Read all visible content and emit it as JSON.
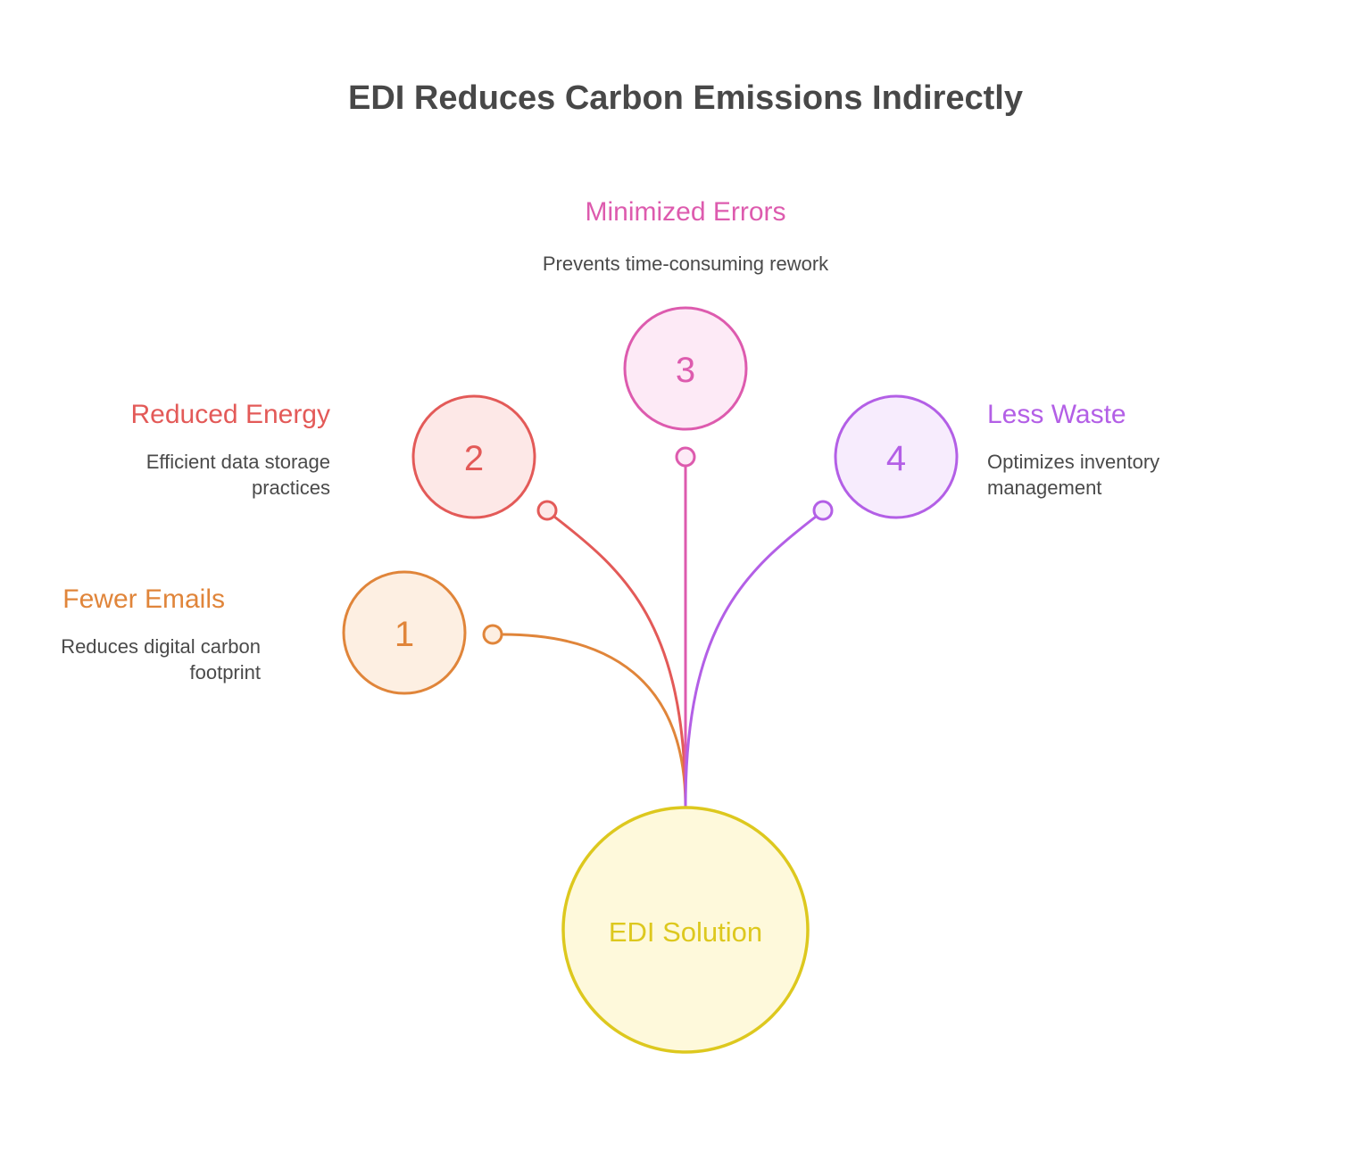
{
  "title": "EDI Reduces Carbon Emissions Indirectly",
  "center": {
    "label": "EDI Solution",
    "stroke": "#DDC81E",
    "fill": "#FEF9DB",
    "text_color": "#DDC81E"
  },
  "items": [
    {
      "number": "1",
      "heading": "Fewer Emails",
      "description_lines": [
        "Reduces digital carbon",
        "footprint"
      ],
      "stroke": "#E0853A",
      "fill": "#FDEFE2",
      "text_color": "#E0853A"
    },
    {
      "number": "2",
      "heading": "Reduced Energy",
      "description_lines": [
        "Efficient data storage",
        "practices"
      ],
      "stroke": "#E35A58",
      "fill": "#FDE8E7",
      "text_color": "#E35A58"
    },
    {
      "number": "3",
      "heading": "Minimized Errors",
      "description_lines": [
        "Prevents time-consuming rework"
      ],
      "stroke": "#DD5BAE",
      "fill": "#FDEAF6",
      "text_color": "#DD5BAE"
    },
    {
      "number": "4",
      "heading": "Less Waste",
      "description_lines": [
        "Optimizes inventory",
        "management"
      ],
      "stroke": "#B35FE6",
      "fill": "#F7ECFD",
      "text_color": "#B35FE6"
    }
  ]
}
